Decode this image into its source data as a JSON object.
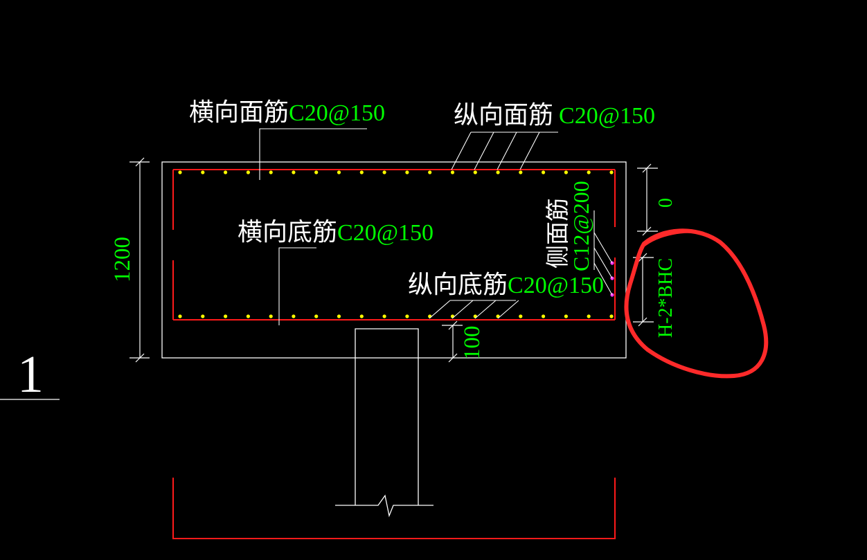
{
  "colors": {
    "background": "#000000",
    "outline": "#ffffff",
    "rebar": "#ff1a1a",
    "dot": "#ffff00",
    "side_dot": "#ff33ff",
    "dimension_text": "#00ff00",
    "label_text": "#ffffff",
    "spec_text": "#00ff00",
    "markup": "#ff2a2a"
  },
  "labels": {
    "top_transverse": "横向面筋",
    "top_transverse_spec": "C20@150",
    "top_longitudinal": "纵向面筋",
    "top_longitudinal_spec": "C20@150",
    "bottom_transverse": "横向底筋",
    "bottom_transverse_spec": "C20@150",
    "bottom_longitudinal": "纵向底筋",
    "bottom_longitudinal_spec": "C20@150",
    "side_face": "侧面筋",
    "side_face_spec": "C12@200"
  },
  "dimensions": {
    "height": "1200",
    "cover_bottom": "100",
    "top_offset": "0",
    "side_formula": "H-2*BHC"
  },
  "section_marker": "1",
  "counts": {
    "top_dots": 20,
    "bottom_dots": 20,
    "side_dots": 3
  }
}
